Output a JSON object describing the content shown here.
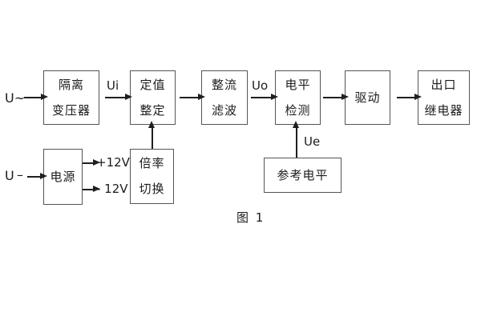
{
  "figure": {
    "caption": "图 1"
  },
  "colors": {
    "background": "#ffffff",
    "box_border": "#555555",
    "line": "#1f1f1f",
    "text": "#1c1c1c"
  },
  "blocks": [
    {
      "name": "isolation-transformer",
      "lines": [
        "隔离",
        "变压器"
      ]
    },
    {
      "name": "setpoint-adjustment",
      "lines": [
        "定值",
        "整定"
      ]
    },
    {
      "name": "rectifier-filter",
      "lines": [
        "整流",
        "滤波"
      ]
    },
    {
      "name": "level-detection",
      "lines": [
        "电平",
        "检测"
      ]
    },
    {
      "name": "driver",
      "lines": [
        "驱动"
      ]
    },
    {
      "name": "output-relay",
      "lines": [
        "出口",
        "继电器"
      ]
    },
    {
      "name": "power-supply",
      "lines": [
        "电源"
      ]
    },
    {
      "name": "ratio-switching",
      "lines": [
        "倍率",
        "切换"
      ]
    },
    {
      "name": "reference-level",
      "lines": [
        "参考电平"
      ]
    }
  ],
  "signals": {
    "ac_input": "U~",
    "ui": "Ui",
    "uo": "Uo",
    "dc_input": "U",
    "dc_dash": "–",
    "plus_12v": "+12V",
    "minus_12v": "- 12V",
    "ue": "Ue"
  }
}
